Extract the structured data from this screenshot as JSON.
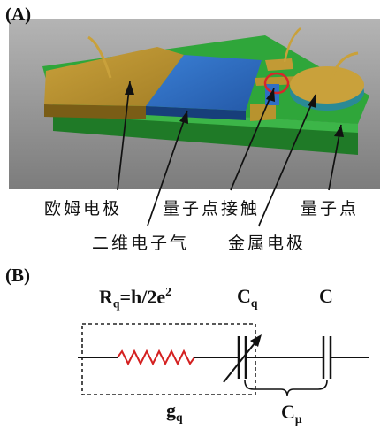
{
  "panels": {
    "a": "(A)",
    "b": "(B)"
  },
  "device_labels": {
    "ohmic_electrode": "欧姆电极",
    "qpc": "量子点接触",
    "quantum_dot": "量子点",
    "two_deg": "二维电子气",
    "metal_electrode": "金属电极"
  },
  "circuit_labels": {
    "rq_lhs": "R",
    "rq_sub": "q",
    "rq_rhs": "=h/2e",
    "rq_sup": "2",
    "cq_main": "C",
    "cq_sub": "q",
    "c": "C",
    "gq_main": "g",
    "gq_sub": "q",
    "cmu_main": "C",
    "cmu_sub": "μ"
  },
  "colors": {
    "board_green": "#2fa63a",
    "gold": "#b7902e",
    "blue_2deg": "#2f6fc4",
    "resistor_red": "#d42020",
    "highlight_circle": "#d9262b",
    "background_gray": "#8e8e8e"
  }
}
